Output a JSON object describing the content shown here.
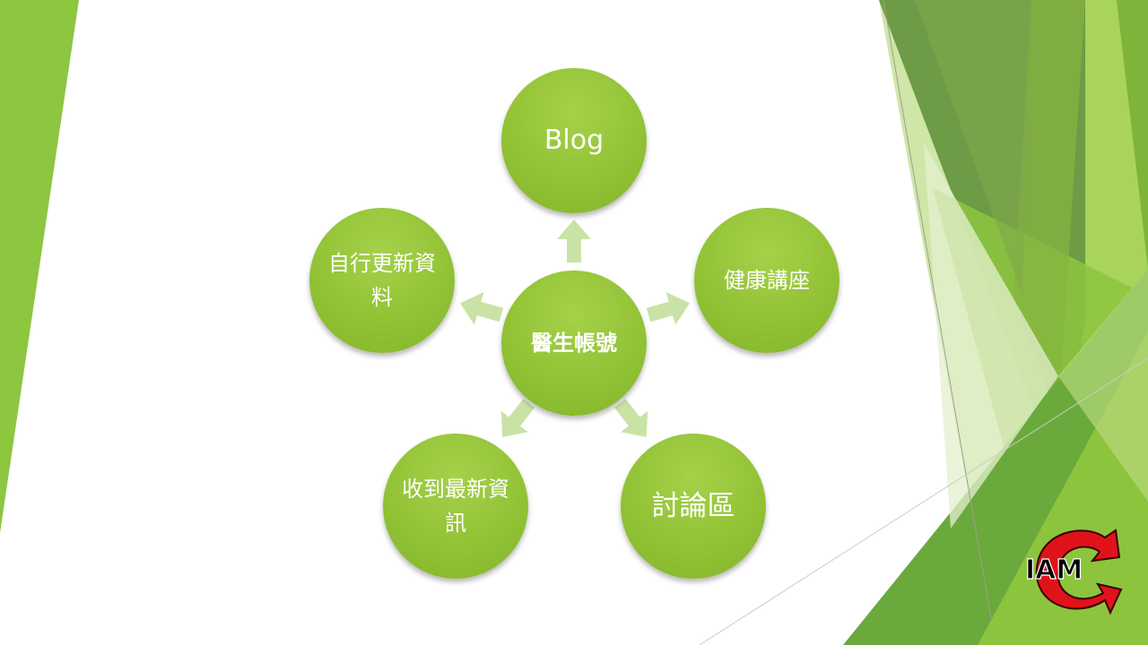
{
  "diagram": {
    "center": {
      "label": "醫生帳號"
    },
    "nodes": [
      {
        "id": "blog",
        "label": "Blog"
      },
      {
        "id": "health-seminar",
        "label": "健康講座"
      },
      {
        "id": "discussion",
        "label": "討論區"
      },
      {
        "id": "latest-info",
        "label": "收到最新資訊"
      },
      {
        "id": "self-update",
        "label": "自行更新資料"
      }
    ]
  },
  "logo": {
    "text": "IAM"
  },
  "colors": {
    "node_fill": "#92c236",
    "arrow_fill": "#c9e2a6",
    "accent_dark": "#5f8f3a",
    "accent_light": "#d6e9b5"
  }
}
